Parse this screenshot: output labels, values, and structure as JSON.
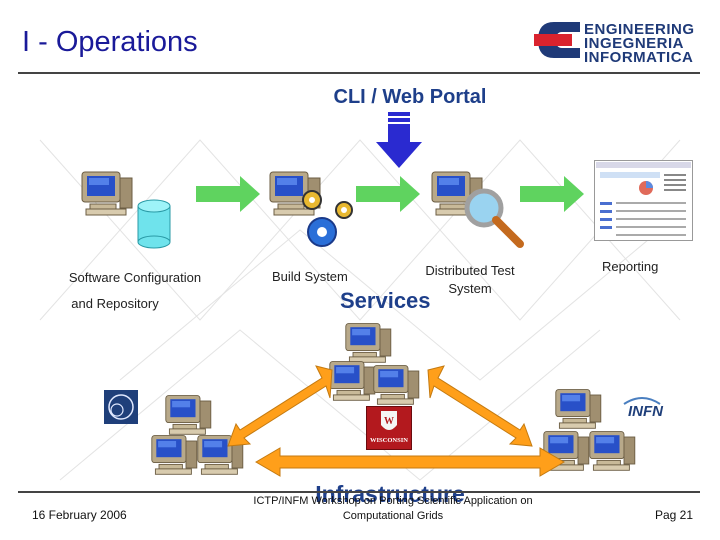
{
  "slide": {
    "title": "I - Operations"
  },
  "logo": {
    "line1": "ENGINEERING",
    "line2": "INGEGNERIA",
    "line3": "INFORMATICA"
  },
  "diagram": {
    "portal_label": "CLI / Web Portal",
    "stages": [
      {
        "label_line1": "Software Configuration",
        "label_line2": "and Repository"
      },
      {
        "label_line1": "Build System"
      },
      {
        "label_line1": "Distributed Test",
        "label_line2": "System"
      },
      {
        "label_line1": "Reporting"
      }
    ],
    "services_label": "Services",
    "infrastructure_label": "Infrastructure",
    "partner_logos": {
      "wisconsin": "WISCONSIN",
      "infn": "INFN"
    }
  },
  "footer": {
    "date": "16 February 2006",
    "event_line1": "ICTP/INFM Workshop on Porting Scientific Application on",
    "event_line2": "Computational Grids",
    "page": "Pag 21"
  },
  "colors": {
    "title": "#1a1a99",
    "arrow_green": "#5fd35f",
    "arrow_blue": "#2a2ad0",
    "infra_arrow": "#ff9f1a",
    "services_text": "#1e3f8a"
  }
}
